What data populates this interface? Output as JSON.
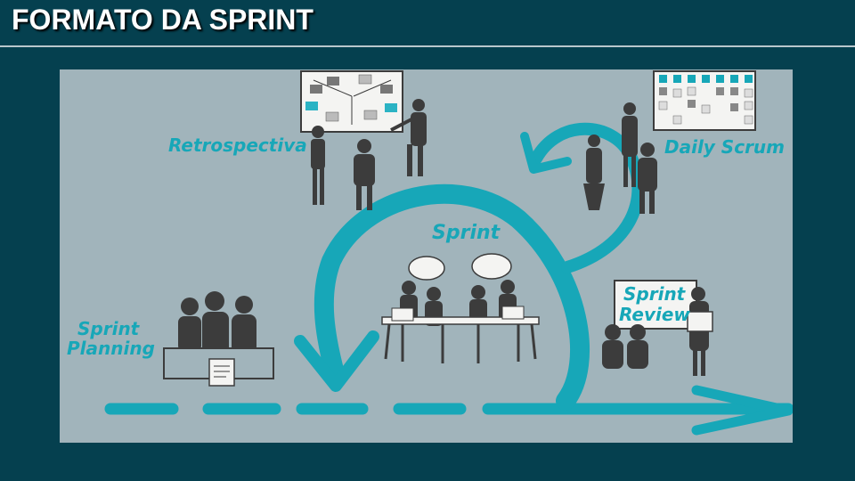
{
  "slide": {
    "title": "FORMATO DA SPRINT"
  },
  "diagram": {
    "labels": {
      "retrospectiva": "Retrospectiva",
      "daily_scrum": "Daily Scrum",
      "sprint": "Sprint",
      "sprint_planning_line1": "Sprint",
      "sprint_planning_line2": "Planning",
      "sprint_review_line1": "Sprint",
      "sprint_review_line2": "Review"
    },
    "colors": {
      "accent": "#17a7b8",
      "background": "#a1b4bb",
      "figures": "#3c3c3c",
      "slide_background": "#05404f"
    }
  }
}
